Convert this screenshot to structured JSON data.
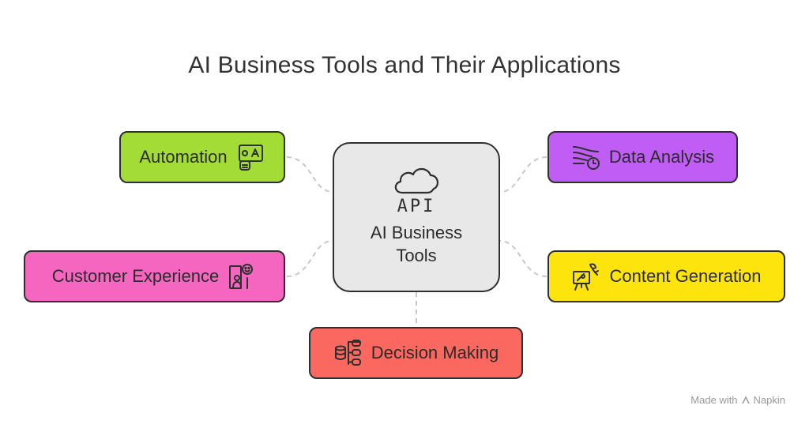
{
  "title": "AI Business Tools and Their Applications",
  "center": {
    "icon_text": "API",
    "label": "AI Business Tools",
    "icon": "cloud-api-icon",
    "color": "#e8e8e8"
  },
  "nodes": {
    "automation": {
      "label": "Automation",
      "icon": "robot-screen-icon",
      "color": "#a3dc34"
    },
    "data_analysis": {
      "label": "Data Analysis",
      "icon": "data-flow-clock-icon",
      "color": "#c05df4"
    },
    "customer_experience": {
      "label": "Customer Experience",
      "icon": "customer-smile-icon",
      "color": "#f566c0"
    },
    "content_generation": {
      "label": "Content Generation",
      "icon": "easel-brush-icon",
      "color": "#fde40c"
    },
    "decision_making": {
      "label": "Decision Making",
      "icon": "database-hierarchy-icon",
      "color": "#fb6860"
    }
  },
  "footer": {
    "text": "Made with",
    "brand": "Napkin"
  }
}
